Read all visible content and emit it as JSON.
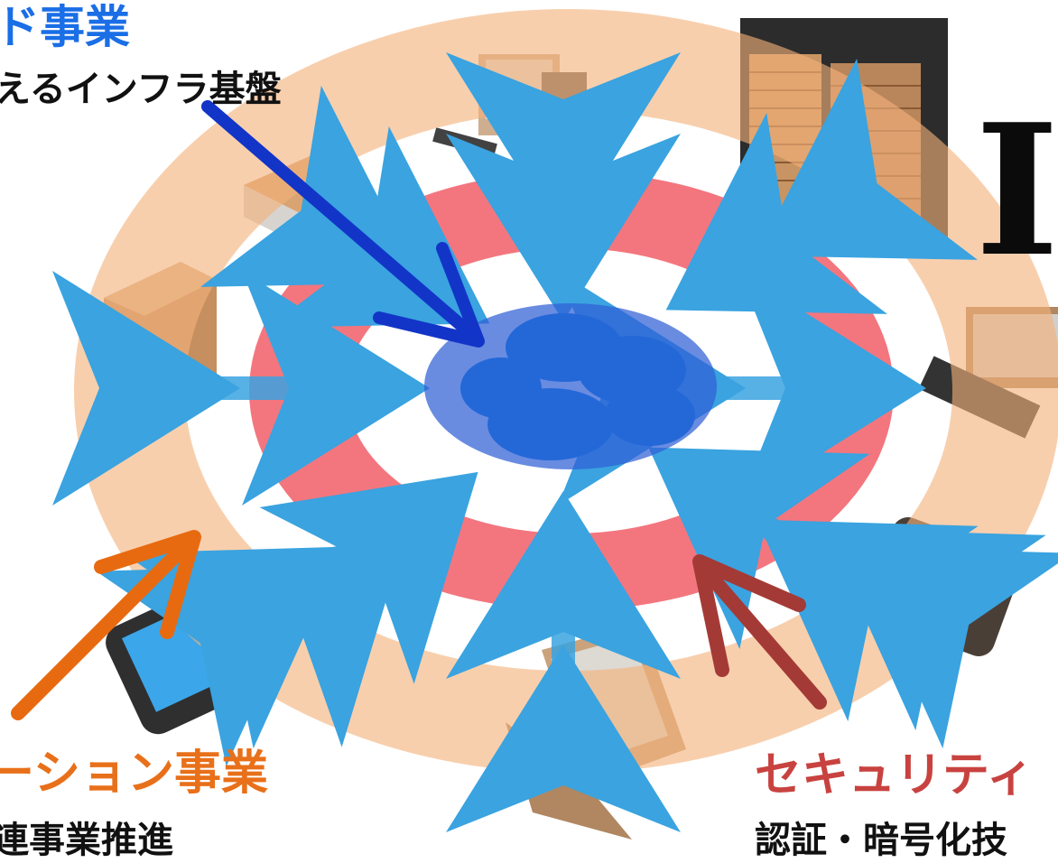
{
  "labels": {
    "infra": {
      "title": "ド事業",
      "subtitle": "えるインフラ基盤"
    },
    "innovation": {
      "title": "ーション事業",
      "subtitle": "連事業推進"
    },
    "security": {
      "title": "セキュリティ",
      "subtitle": "認証・暗号化技"
    },
    "corner_letter": "I"
  },
  "icons": {
    "center": "cloud-icon",
    "devices": [
      "desktop-computer-icon",
      "server-rack-icon",
      "desktop-computer-icon",
      "smartphone-icon",
      "laptop-icon",
      "smartphone-icon",
      "tower-server-icon",
      "network-device-icon"
    ]
  },
  "colors": {
    "infra": "#1a6ee6",
    "innovation": "#e8701a",
    "security": "#c8423f",
    "outer_ring": "#f4b27a",
    "inner_ring": "#f0505a",
    "center_disk": "#2f5fd6",
    "arrows": "#3aa3e0",
    "pointer_blue": "#1235c8",
    "pointer_orange": "#e86a10",
    "pointer_red": "#a43a36"
  }
}
